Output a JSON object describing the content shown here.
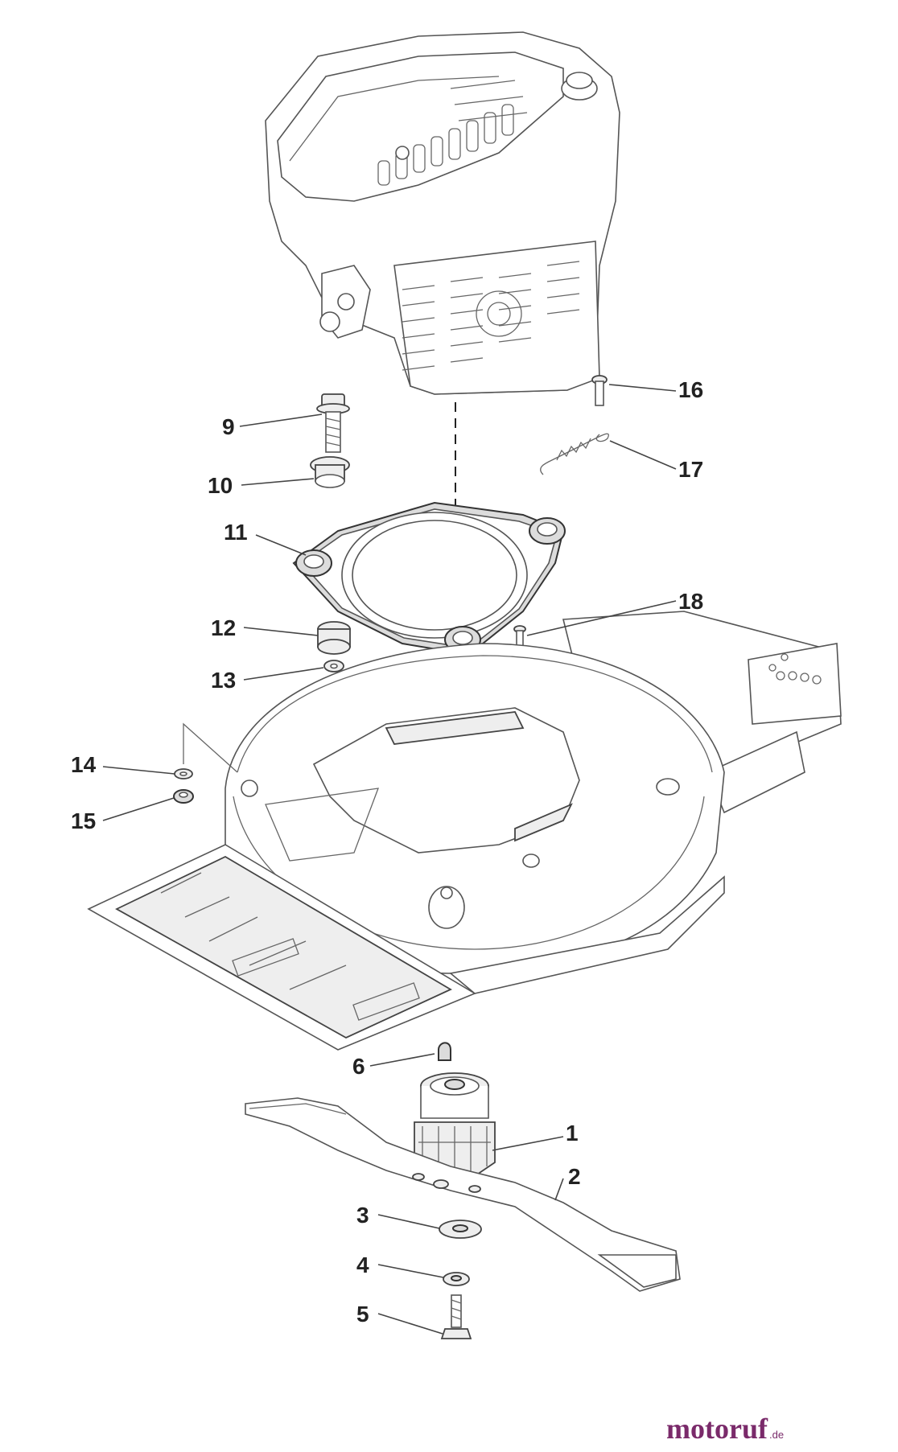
{
  "callouts": [
    {
      "label": "1"
    },
    {
      "label": "2"
    },
    {
      "label": "3"
    },
    {
      "label": "4"
    },
    {
      "label": "5"
    },
    {
      "label": "6"
    },
    {
      "label": "9"
    },
    {
      "label": "10"
    },
    {
      "label": "11"
    },
    {
      "label": "12"
    },
    {
      "label": "13"
    },
    {
      "label": "14"
    },
    {
      "label": "15"
    },
    {
      "label": "16"
    },
    {
      "label": "17"
    },
    {
      "label": "18"
    }
  ],
  "watermark": {
    "brand": "motoruf",
    "suffix": ".de",
    "color_main": "#7a2a6a",
    "color_accent": "#e07a00"
  },
  "colors": {
    "line": "#555555",
    "dark_part": "#333333",
    "background": "#ffffff"
  }
}
